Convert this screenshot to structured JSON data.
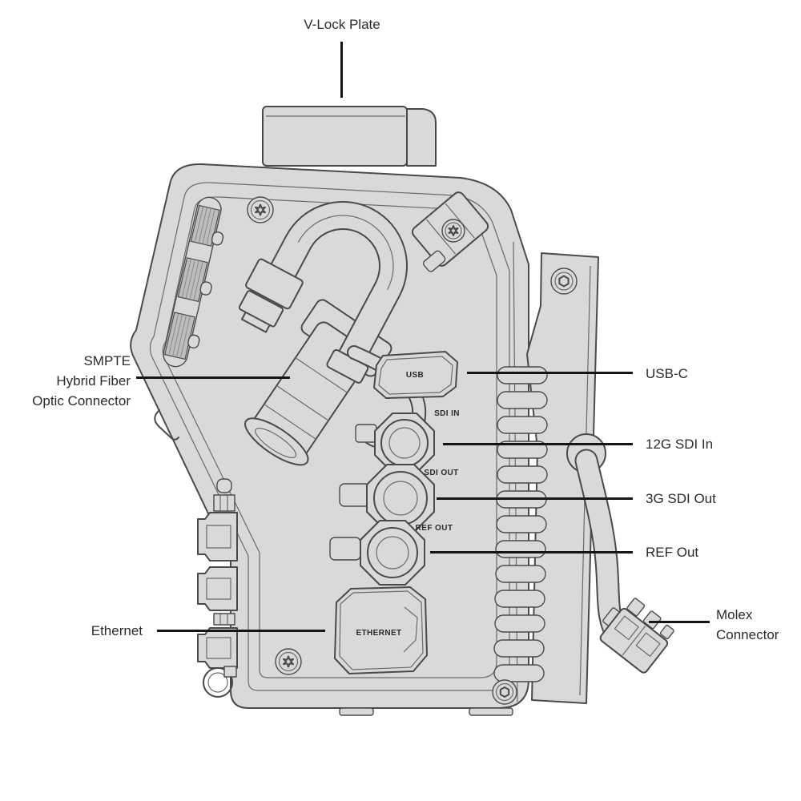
{
  "diagram": {
    "callouts": {
      "v_lock": {
        "label": "V-Lock Plate"
      },
      "smpte": {
        "lines": [
          "SMPTE",
          "Hybrid Fiber",
          "Optic Connector"
        ]
      },
      "usb_c": {
        "label": "USB-C"
      },
      "sdi_in": {
        "label": "12G SDI In"
      },
      "sdi_out": {
        "label": "3G SDI Out"
      },
      "ref_out": {
        "label": "REF Out"
      },
      "ethernet": {
        "label": "Ethernet"
      },
      "molex": {
        "lines": [
          "Molex",
          "Connector"
        ]
      }
    },
    "device_labels": {
      "usb": "USB",
      "sdi_in": "SDI IN",
      "sdi_out": "SDI OUT",
      "ref_out": "REF OUT",
      "ethernet": "ETHERNET"
    },
    "colors": {
      "background": "#ffffff",
      "body_fill": "#d9d9d9",
      "outline": "#4a4a4a",
      "leader_line": "#151515",
      "label_text": "#2b2b2b"
    }
  }
}
